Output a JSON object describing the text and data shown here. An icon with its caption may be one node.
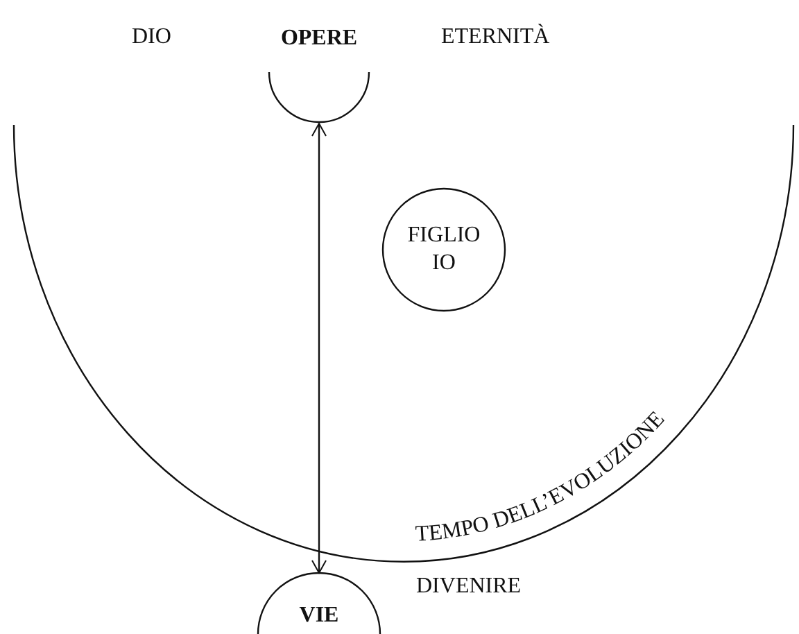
{
  "diagram": {
    "nodes": [
      {
        "text": [
          "OPERE"
        ]
      },
      {
        "text": [
          "TEMPO DELL’EVOLUZIONE"
        ]
      },
      {
        "text": [
          "FIGLIO IO"
        ],
        "in": 1
      },
      {
        "text": [
          "VIE"
        ]
      }
    ],
    "edges": [
      {
        "from": 0,
        "to": 3,
        "arrow": "both"
      }
    ],
    "labels": [
      "DIO",
      "ETERNITÀ",
      "DIVENIRE"
    ]
  }
}
